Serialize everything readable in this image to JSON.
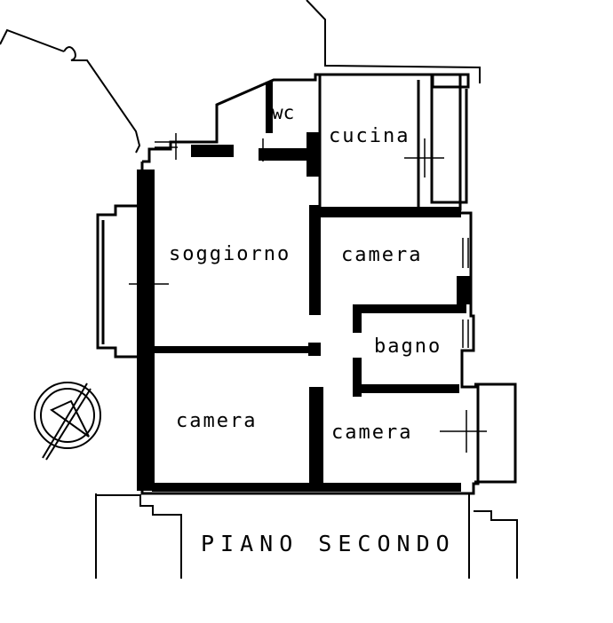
{
  "plan": {
    "rooms": {
      "wc": "wc",
      "cucina": "cucina",
      "soggiorno": "soggiorno",
      "camera_east": "camera",
      "bagno": "bagno",
      "camera_southwest": "camera",
      "camera_southeast": "camera"
    },
    "floor_title": "PIANO SECONDO",
    "compass": "north-arrow-icon"
  }
}
